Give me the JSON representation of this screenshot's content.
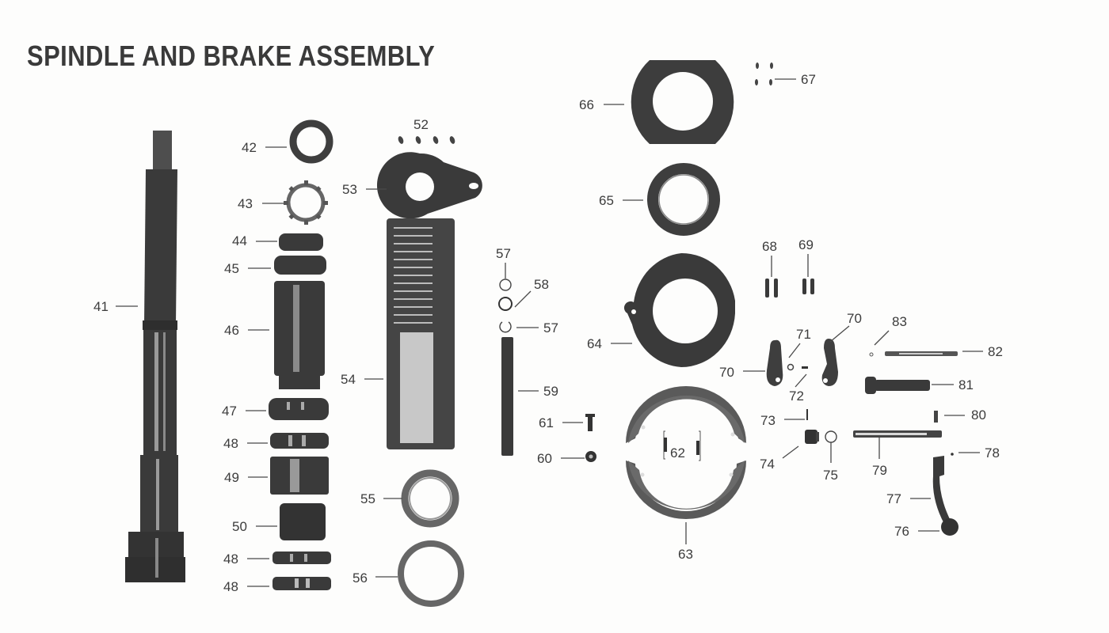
{
  "title": "SPINDLE AND BRAKE ASSEMBLY",
  "parts": [
    {
      "id": "41",
      "name": "spindle-shaft"
    },
    {
      "id": "42",
      "name": "nut"
    },
    {
      "id": "43",
      "name": "lock-washer"
    },
    {
      "id": "44",
      "name": "bearing-cone"
    },
    {
      "id": "45",
      "name": "bearing-cup"
    },
    {
      "id": "46",
      "name": "spacer-sleeve"
    },
    {
      "id": "47",
      "name": "bearing-cup"
    },
    {
      "id": "48",
      "name": "washer"
    },
    {
      "id": "49",
      "name": "bushing"
    },
    {
      "id": "50",
      "name": "bushing-block"
    },
    {
      "id": "52",
      "name": "screws"
    },
    {
      "id": "53",
      "name": "flange-plate"
    },
    {
      "id": "54",
      "name": "threaded-housing"
    },
    {
      "id": "55",
      "name": "seal"
    },
    {
      "id": "56",
      "name": "ring"
    },
    {
      "id": "57",
      "name": "snap-ring"
    },
    {
      "id": "58",
      "name": "o-ring"
    },
    {
      "id": "59",
      "name": "pin"
    },
    {
      "id": "60",
      "name": "nut-small"
    },
    {
      "id": "61",
      "name": "bolt-small"
    },
    {
      "id": "62",
      "name": "springs"
    },
    {
      "id": "63",
      "name": "brake-shoes"
    },
    {
      "id": "64",
      "name": "backing-plate"
    },
    {
      "id": "65",
      "name": "grease-seal"
    },
    {
      "id": "66",
      "name": "dust-shield"
    },
    {
      "id": "67",
      "name": "rivets"
    },
    {
      "id": "68",
      "name": "bolts"
    },
    {
      "id": "69",
      "name": "bolts"
    },
    {
      "id": "70",
      "name": "cam-levers"
    },
    {
      "id": "71",
      "name": "washer-small"
    },
    {
      "id": "72",
      "name": "pin-small"
    },
    {
      "id": "73",
      "name": "cotter-pin"
    },
    {
      "id": "74",
      "name": "bushing-small"
    },
    {
      "id": "75",
      "name": "ring-small"
    },
    {
      "id": "76",
      "name": "knob"
    },
    {
      "id": "77",
      "name": "lever-arm"
    },
    {
      "id": "78",
      "name": "set-screw"
    },
    {
      "id": "79",
      "name": "shaft-rod"
    },
    {
      "id": "80",
      "name": "key"
    },
    {
      "id": "81",
      "name": "bolt-large"
    },
    {
      "id": "82",
      "name": "rod-long"
    },
    {
      "id": "83",
      "name": "retainer-clip"
    }
  ],
  "labels": {
    "l41": "41",
    "l42": "42",
    "l43": "43",
    "l44": "44",
    "l45": "45",
    "l46": "46",
    "l47": "47",
    "l48a": "48",
    "l49": "49",
    "l50": "50",
    "l48b": "48",
    "l48c": "48",
    "l52": "52",
    "l53": "53",
    "l54": "54",
    "l55": "55",
    "l56": "56",
    "l57a": "57",
    "l58": "58",
    "l57b": "57",
    "l59": "59",
    "l61": "61",
    "l60": "60",
    "l62": "62",
    "l63": "63",
    "l64": "64",
    "l65": "65",
    "l66": "66",
    "l67": "67",
    "l68": "68",
    "l69": "69",
    "l70a": "70",
    "l70b": "70",
    "l71": "71",
    "l72": "72",
    "l73": "73",
    "l74": "74",
    "l75": "75",
    "l76": "76",
    "l77": "77",
    "l78": "78",
    "l79": "79",
    "l80": "80",
    "l81": "81",
    "l82": "82",
    "l83": "83"
  }
}
